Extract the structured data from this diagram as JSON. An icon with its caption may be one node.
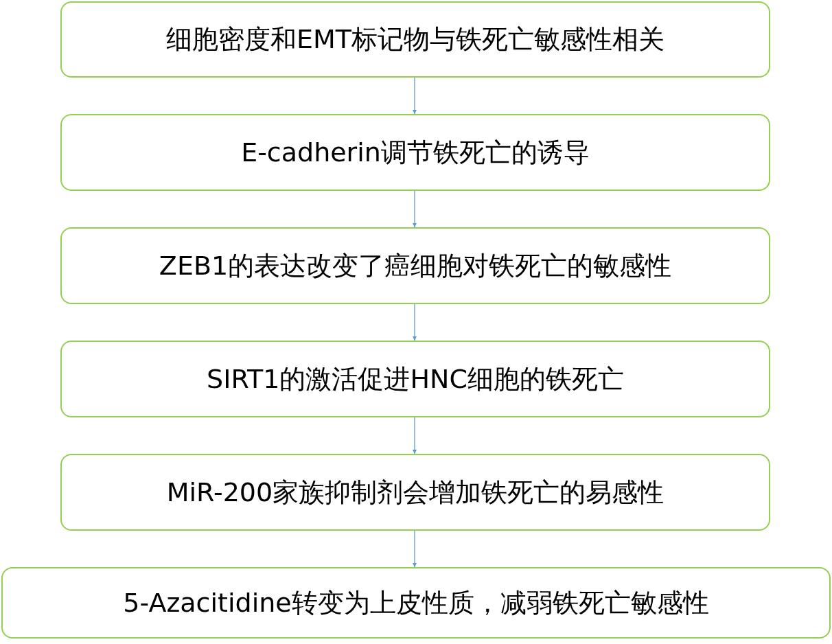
{
  "diagram": {
    "nodes": [
      {
        "text": [
          "细胞密度和EMT标记物与铁死亡敏感性相关"
        ]
      },
      {
        "text": [
          "E-cadherin调节铁死亡的诱导"
        ]
      },
      {
        "text": [
          "ZEB1的表达改变了癌细胞对铁死亡的敏感性"
        ]
      },
      {
        "text": [
          "SIRT1的激活促进HNC细胞的铁死亡"
        ]
      },
      {
        "text": [
          "MiR-200家族抑制剂会增加铁死亡的易感性"
        ]
      },
      {
        "text": [
          "5-Azacitidine转变为上皮性质，减弱铁死亡敏感性"
        ]
      }
    ],
    "edges": [
      {
        "from": 0,
        "to": 1,
        "arrow": "to"
      },
      {
        "from": 1,
        "to": 2,
        "arrow": "to"
      },
      {
        "from": 2,
        "to": 3,
        "arrow": "to"
      },
      {
        "from": 3,
        "to": 4,
        "arrow": "to"
      },
      {
        "from": 4,
        "to": 5,
        "arrow": "to"
      }
    ]
  }
}
